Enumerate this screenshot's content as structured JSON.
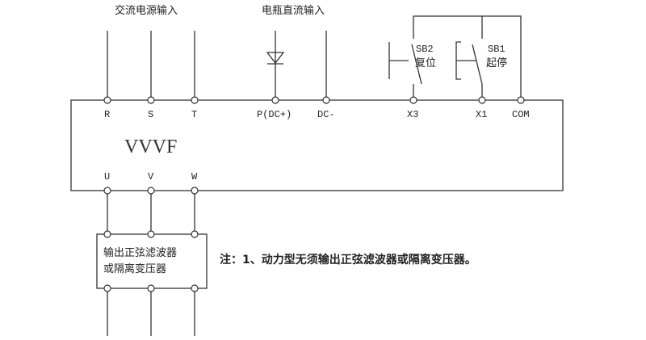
{
  "titles": {
    "ac_input": "交流电源输入",
    "battery_dc_input": "电瓶直流输入"
  },
  "device": {
    "name": "VVVF"
  },
  "input_terminals": [
    {
      "id": "R",
      "label": "R"
    },
    {
      "id": "S",
      "label": "S"
    },
    {
      "id": "T",
      "label": "T"
    },
    {
      "id": "P",
      "label": "P(DC+)"
    },
    {
      "id": "DCN",
      "label": "DC-"
    },
    {
      "id": "X3",
      "label": "X3"
    },
    {
      "id": "X1",
      "label": "X1"
    },
    {
      "id": "COM",
      "label": "COM"
    }
  ],
  "output_terminals": [
    {
      "id": "U",
      "label": "U"
    },
    {
      "id": "V",
      "label": "V"
    },
    {
      "id": "W",
      "label": "W"
    }
  ],
  "switches": [
    {
      "id": "SB2",
      "label": "SB2",
      "function": "复位"
    },
    {
      "id": "SB1",
      "label": "SB1",
      "function": "起停"
    }
  ],
  "filter_box": {
    "line1": "输出正弦滤波器",
    "line2": "或隔离变压器"
  },
  "note": "注：1、动力型无须输出正弦滤波器或隔离变压器。"
}
